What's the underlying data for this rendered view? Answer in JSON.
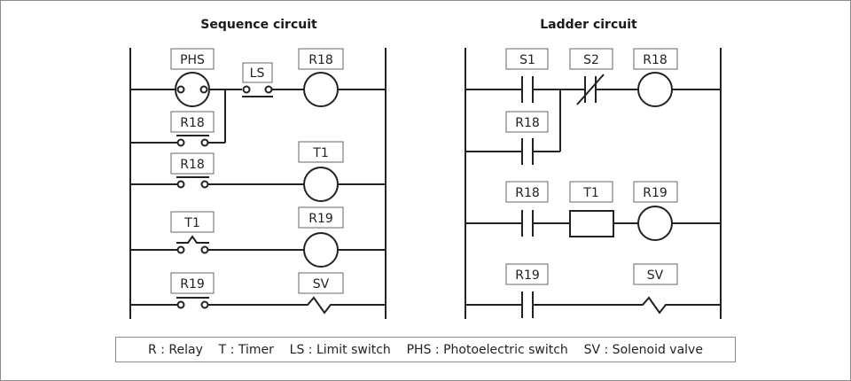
{
  "sequence": {
    "title": "Sequence circuit",
    "labels": {
      "phs": "PHS",
      "ls": "LS",
      "r18_coil": "R18",
      "r18_contact_a": "R18",
      "r18_contact_b": "R18",
      "t1_coil": "T1",
      "t1_contact": "T1",
      "r19_coil": "R19",
      "r19_contact": "R19",
      "sv": "SV"
    }
  },
  "ladder": {
    "title": "Ladder circuit",
    "labels": {
      "s1": "S1",
      "s2": "S2",
      "r18_coil": "R18",
      "r18_self_hold": "R18",
      "r18_contact": "R18",
      "t1": "T1",
      "r19_coil": "R19",
      "r19_contact": "R19",
      "sv": "SV"
    }
  },
  "legend": {
    "text": "R : Relay    T : Timer    LS : Limit switch    PHS : Photoelectric switch    SV : Solenoid valve"
  }
}
